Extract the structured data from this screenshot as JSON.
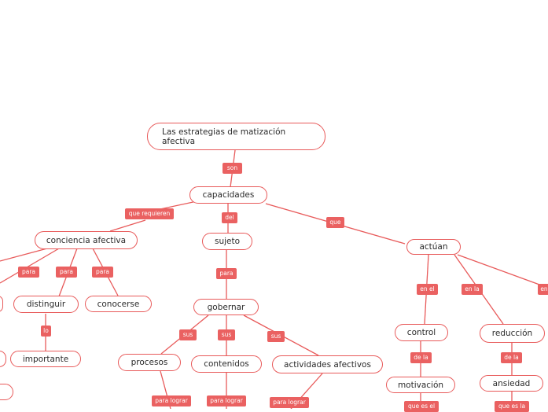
{
  "colors": {
    "accent": "#e85a5a",
    "tag_bg": "#ea6161",
    "node_bg": "#ffffff",
    "text": "#2b2b2b"
  },
  "nodes": {
    "root": "Las estrategias de matización afectiva",
    "capacidades": "capacidades",
    "conciencia_afectiva": "conciencia afectiva",
    "sujeto": "sujeto",
    "actuan": "actúan",
    "distinguir": "distinguir",
    "conocerse": "conocerse",
    "importante": "importante",
    "gobernar": "gobernar",
    "procesos": "procesos",
    "contenidos": "contenidos",
    "actividades_afectivos": "actividades afectivos",
    "control": "control",
    "motivacion": "motivación",
    "reduccion": "reducción",
    "ansiedad": "ansiedad"
  },
  "links": {
    "son": "son",
    "que_requieren": "que requieren",
    "del": "del",
    "que": "que",
    "para_1": "para",
    "para_2": "para",
    "para_3": "para",
    "lo": "lo",
    "para_sujeto": "para",
    "sus_1": "sus",
    "sus_2": "sus",
    "sus_3": "sus",
    "para_lograr_1": "para lograr",
    "para_lograr_2": "para lograr",
    "para_lograr_3": "para lograr",
    "en_el": "en el",
    "en_la": "en la",
    "en_right": "en",
    "de_la_1": "de la",
    "de_la_2": "de la",
    "que_es_el": "que es el",
    "que_es_la": "que es la"
  }
}
